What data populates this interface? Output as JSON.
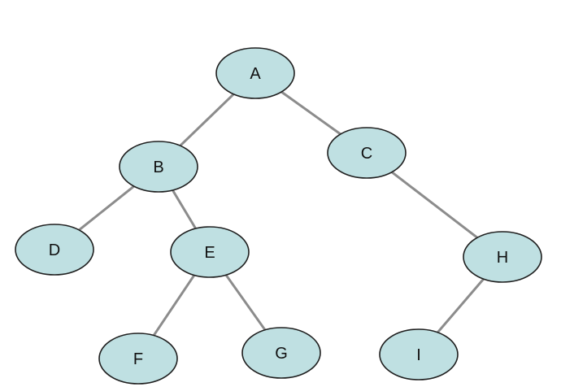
{
  "diagram": {
    "type": "binary-tree",
    "node_fill": "#bfe0e2",
    "node_stroke": "#1f1f1f",
    "edge_color": "#8c8c8c",
    "nodes": [
      {
        "id": "A",
        "label": "A"
      },
      {
        "id": "B",
        "label": "B"
      },
      {
        "id": "C",
        "label": "C"
      },
      {
        "id": "D",
        "label": "D"
      },
      {
        "id": "E",
        "label": "E"
      },
      {
        "id": "F",
        "label": "F"
      },
      {
        "id": "G",
        "label": "G"
      },
      {
        "id": "H",
        "label": "H"
      },
      {
        "id": "I",
        "label": "I"
      }
    ],
    "edges": [
      {
        "from": "A",
        "to": "B"
      },
      {
        "from": "A",
        "to": "C"
      },
      {
        "from": "B",
        "to": "D"
      },
      {
        "from": "B",
        "to": "E"
      },
      {
        "from": "E",
        "to": "F"
      },
      {
        "from": "E",
        "to": "G"
      },
      {
        "from": "C",
        "to": "H"
      },
      {
        "from": "H",
        "to": "I"
      }
    ]
  }
}
